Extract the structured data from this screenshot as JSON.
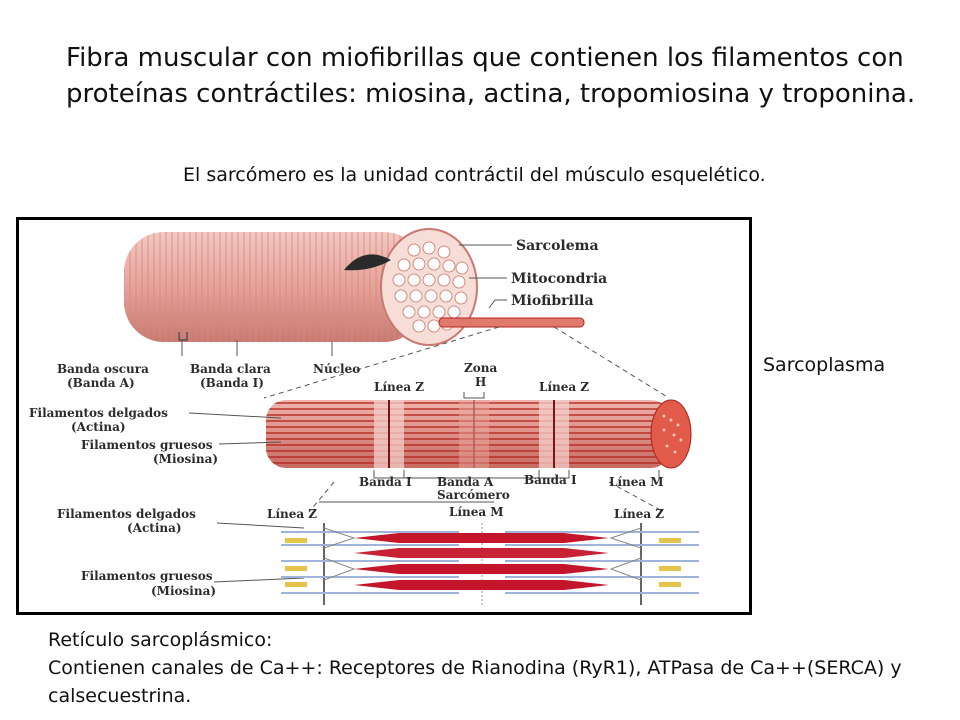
{
  "slide": {
    "title": "Fibra muscular con miofibrillas que contienen los filamentos con proteínas contráctiles: miosina, actina, tropomiosina y troponina.",
    "subtitle": "El sarcómero es la unidad contráctil del músculo esquelético.",
    "side_label": "Sarcoplasma",
    "footer_line1": "Retículo sarcoplásmico:",
    "footer_line2": "Contienen canales de Ca++: Receptores de Rianodina (RyR1), ATPasa de Ca++(SERCA) y calsecuestrina."
  },
  "figure": {
    "labels": {
      "sarcolema": "Sarcolema",
      "mitocondria": "Mitocondria",
      "miofibrilla": "Miofibrilla",
      "banda_oscura_1": "Banda oscura",
      "banda_oscura_2": "(Banda A)",
      "banda_clara_1": "Banda clara",
      "banda_clara_2": "(Banda I)",
      "nucleo": "Núcleo",
      "linea_z_top_left": "Línea Z",
      "zona_h_1": "Zona",
      "zona_h_2": "H",
      "linea_z_top_right": "Línea Z",
      "fil_delgados_1": "Filamentos delgados",
      "fil_delgados_1b": "(Actina)",
      "fil_gruesos_1": "Filamentos gruesos",
      "fil_gruesos_1b": "(Miosina)",
      "banda_i_left": "Banda I",
      "banda_a": "Banda A",
      "banda_i_right": "Banda I",
      "linea_m_top": "Línea M",
      "sarcomero": "Sarcómero",
      "linea_z_bottom_left": "Línea Z",
      "linea_m_bottom": "Línea M",
      "linea_z_bottom_right": "Línea Z",
      "fil_delgados_2": "Filamentos delgados",
      "fil_delgados_2b": "(Actina)",
      "fil_gruesos_2": "Filamentos gruesos",
      "fil_gruesos_2b": "(Miosina)"
    }
  },
  "colors": {
    "fiber_pink": "#e8a8a0",
    "fiber_dark": "#c8675f",
    "band_red": "#b3261e",
    "myosin_red": "#c4162a",
    "actin_blue": "#9fb4d8",
    "leader_line": "#555555"
  }
}
